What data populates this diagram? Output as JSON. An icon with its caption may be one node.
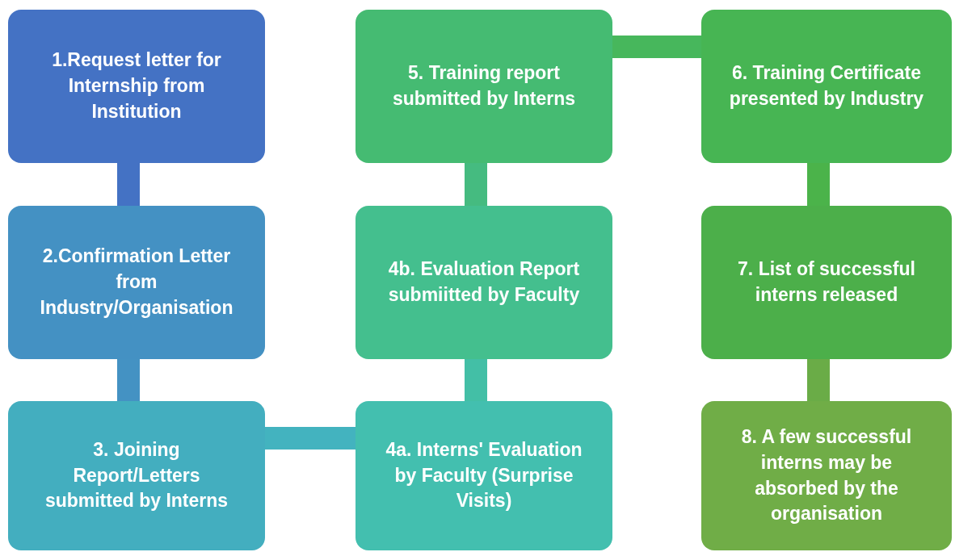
{
  "diagram": {
    "nodes": [
      {
        "text": [
          "1.Request letter for Internship from Institution"
        ]
      },
      {
        "text": [
          "2.Confirmation Letter from Industry/Organisation"
        ]
      },
      {
        "text": [
          "3. Joining Report/Letters submitted by Interns"
        ]
      },
      {
        "text": [
          "4a. Interns' Evaluation by Faculty (Surprise Visits)"
        ]
      },
      {
        "text": [
          "4b. Evaluation Report submiitted by Faculty"
        ]
      },
      {
        "text": [
          "5. Training report submitted by Interns"
        ]
      },
      {
        "text": [
          "6. Training Certificate presented by Industry"
        ]
      },
      {
        "text": [
          "7. List of successful interns released"
        ]
      },
      {
        "text": [
          "8. A few successful interns may be absorbed by the organisation"
        ]
      }
    ],
    "edges": [
      {
        "from": 0,
        "to": 1,
        "arrow": "none",
        "color": "#4472c4"
      },
      {
        "from": 1,
        "to": 2,
        "arrow": "none",
        "color": "#4492c3"
      },
      {
        "from": 2,
        "to": 3,
        "arrow": "none",
        "color": "#43b3bf"
      },
      {
        "from": 3,
        "to": 4,
        "arrow": "none",
        "color": "#43bfa6"
      },
      {
        "from": 4,
        "to": 5,
        "arrow": "none",
        "color": "#45bb80"
      },
      {
        "from": 5,
        "to": 6,
        "arrow": "none",
        "color": "#47b75c"
      },
      {
        "from": 6,
        "to": 7,
        "arrow": "none",
        "color": "#4bb34a"
      },
      {
        "from": 7,
        "to": 8,
        "arrow": "none",
        "color": "#6aac47"
      }
    ]
  }
}
